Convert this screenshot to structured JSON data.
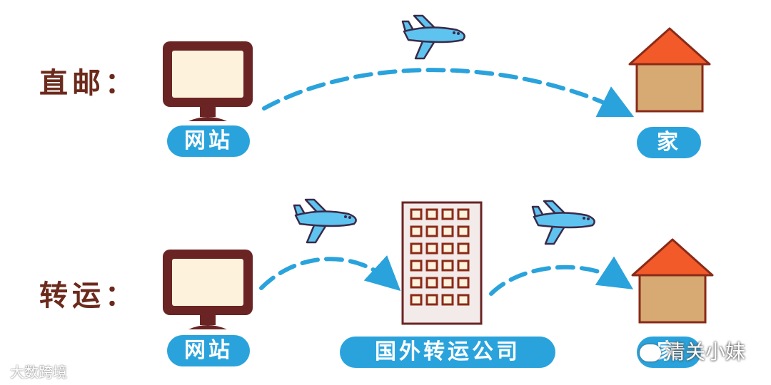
{
  "rows": {
    "direct": {
      "label": "直邮：",
      "source": "网站",
      "destination": "家"
    },
    "forward": {
      "label": "转运：",
      "source": "网站",
      "intermediary": "国外转运公司",
      "destination": "家"
    }
  },
  "watermarks": {
    "left": "大数跨境",
    "right": "清关小妹"
  },
  "colors": {
    "label_text": "#6b2a1c",
    "pill": "#2aa3dc",
    "arrow": "#2aa3dc",
    "monitor_frame": "#6b2424",
    "monitor_screen": "#fdf3dc",
    "roof": "#f25a2a",
    "house_wall": "#d6aa72",
    "building_wall": "#f3eaea",
    "plane_body": "#5ec3ef"
  }
}
